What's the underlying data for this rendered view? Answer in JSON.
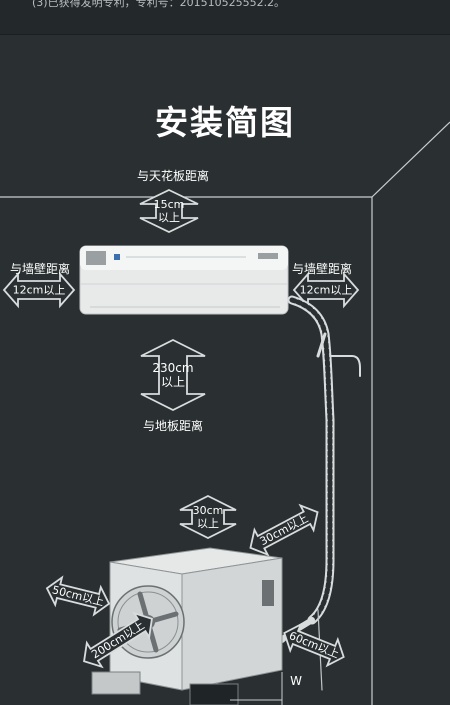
{
  "top_note": "(3)已获得发明专利，专利号：201510525552.2。",
  "title": "安装简图",
  "labels": {
    "ceiling": "与天花板距离",
    "wall_left": "与墙壁距离",
    "wall_right": "与墙壁距离",
    "floor": "与地板距离"
  },
  "distances": {
    "ceiling": [
      "15cm",
      "以上"
    ],
    "wall_left": "12cm以上",
    "wall_right": "12cm以上",
    "floor": [
      "230cm",
      "以上"
    ],
    "outdoor_top": [
      "30cm",
      "以上"
    ],
    "outdoor_back": "30cm以上",
    "outdoor_left": "50cm以上",
    "outdoor_front": "200cm以上",
    "outdoor_right": "60cm以上"
  },
  "dimension_mark": "W",
  "colors": {
    "background": "#2a3032",
    "line": "#d9dcdd",
    "arrow_fill": "#2a3032",
    "unit_body": "#e6e8e8"
  }
}
